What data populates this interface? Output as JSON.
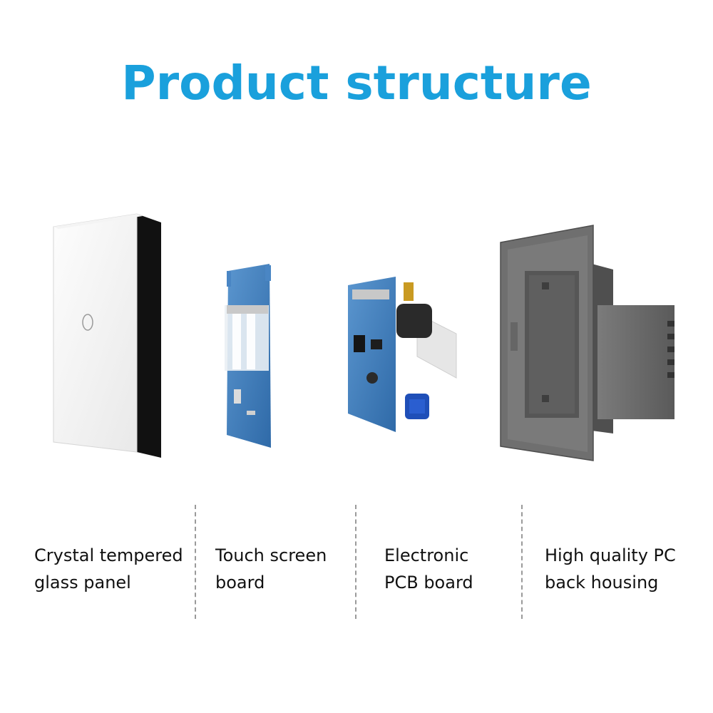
{
  "title": "Product structure",
  "parts": [
    {
      "line1": "Crystal tempered",
      "line2": "glass panel",
      "icon": "glass-panel-icon"
    },
    {
      "line1": "Touch screen",
      "line2": "board",
      "icon": "touch-board-icon"
    },
    {
      "line1": "Electronic",
      "line2": "PCB board",
      "icon": "pcb-board-icon"
    },
    {
      "line1": "High quality PC",
      "line2": "back housing",
      "icon": "back-housing-icon"
    }
  ],
  "colors": {
    "title": "#1aa0dc",
    "pcb": "#3a7fc0",
    "housing": "#6b6b6b"
  }
}
